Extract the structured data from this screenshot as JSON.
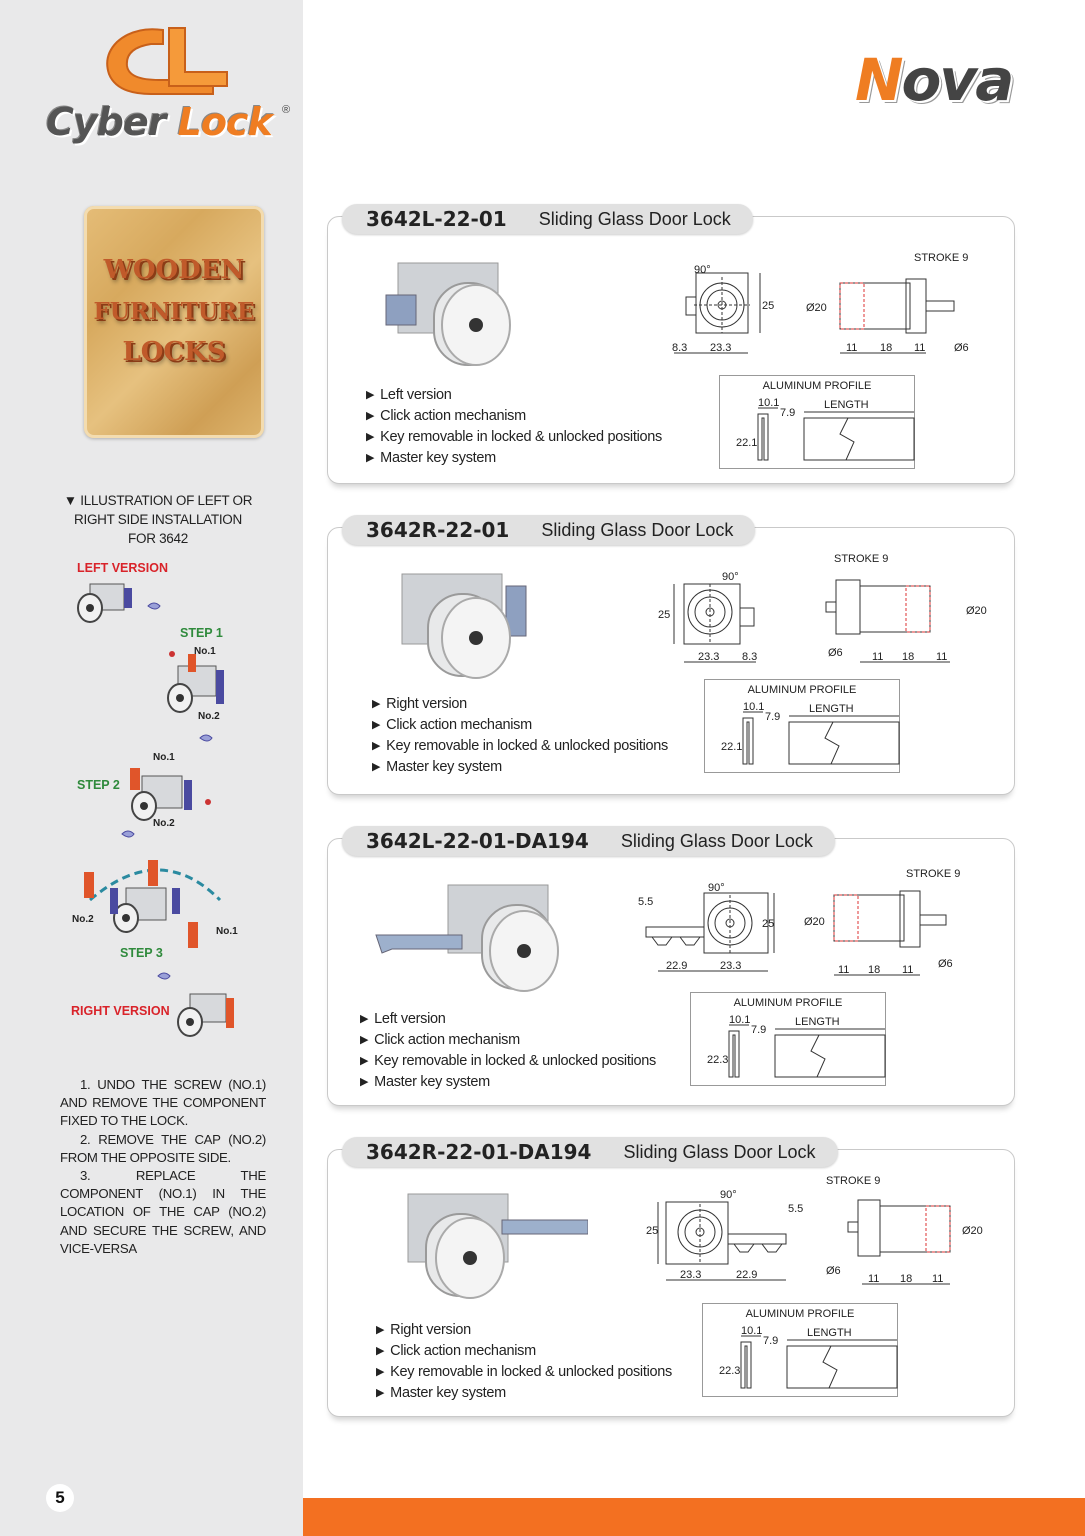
{
  "branding": {
    "logo_word1": "Cyber",
    "logo_word2": "Lock",
    "logo_reg": "®",
    "brand_first": "N",
    "brand_rest": "ova",
    "accent_orange": "#f37021"
  },
  "sidebar": {
    "wood_lines": [
      "WOODEN",
      "FURNITURE",
      "LOCKS"
    ],
    "illustration_title": "▼ ILLUSTRATION OF LEFT OR RIGHT SIDE INSTALLATION FOR 3642",
    "left_version": "LEFT VERSION",
    "right_version": "RIGHT VERSION",
    "step1": "STEP 1",
    "step2": "STEP 2",
    "step3": "STEP 3",
    "no1": "No.1",
    "no2": "No.2",
    "instructions": [
      "1. UNDO THE SCREW (NO.1) AND REMOVE THE COMPONENT FIXED TO THE LOCK.",
      "2. REMOVE THE CAP (NO.2) FROM THE OPPOSITE SIDE.",
      "3. REPLACE THE COMPONENT (NO.1) IN THE LOCATION OF THE CAP (NO.2) AND SECURE THE SCREW, AND VICE-VERSA"
    ]
  },
  "page_number": "5",
  "products": [
    {
      "code": "3642L-22-01",
      "description": "Sliding Glass Door Lock",
      "features": [
        "Left version",
        "Click action mechanism",
        "Key removable in locked & unlocked positions",
        "Master key system"
      ],
      "dims": {
        "angle": "90°",
        "height": "25",
        "w1": "8.3",
        "w2": "23.3",
        "stroke": "STROKE 9",
        "diameter": "Ø20",
        "pin": "Ø6",
        "s1": "11",
        "s2": "18",
        "s3": "11"
      },
      "profile": {
        "title": "ALUMINUM PROFILE",
        "a": "10.1",
        "b": "7.9",
        "h": "22.1",
        "length": "LENGTH"
      }
    },
    {
      "code": "3642R-22-01",
      "description": "Sliding Glass Door Lock",
      "features": [
        "Right version",
        "Click action mechanism",
        "Key removable in locked & unlocked positions",
        "Master key system"
      ],
      "dims": {
        "angle": "90°",
        "height": "25",
        "w1": "23.3",
        "w2": "8.3",
        "stroke": "STROKE 9",
        "diameter": "Ø20",
        "pin": "Ø6",
        "s1": "11",
        "s2": "18",
        "s3": "11"
      },
      "profile": {
        "title": "ALUMINUM PROFILE",
        "a": "10.1",
        "b": "7.9",
        "h": "22.1",
        "length": "LENGTH"
      }
    },
    {
      "code": "3642L-22-01-DA194",
      "description": "Sliding Glass Door Lock",
      "features": [
        "Left version",
        "Click action mechanism",
        "Key removable in locked & unlocked positions",
        "Master key system"
      ],
      "dims": {
        "angle": "90°",
        "height": "25",
        "offset": "5.5",
        "w1": "22.9",
        "w2": "23.3",
        "stroke": "STROKE 9",
        "diameter": "Ø20",
        "pin": "Ø6",
        "s1": "11",
        "s2": "18",
        "s3": "11"
      },
      "profile": {
        "title": "ALUMINUM PROFILE",
        "a": "10.1",
        "b": "7.9",
        "h": "22.3",
        "length": "LENGTH"
      }
    },
    {
      "code": "3642R-22-01-DA194",
      "description": "Sliding Glass Door Lock",
      "features": [
        "Right version",
        "Click action mechanism",
        "Key removable in locked & unlocked positions",
        "Master key system"
      ],
      "dims": {
        "angle": "90°",
        "height": "25",
        "offset": "5.5",
        "w1": "23.3",
        "w2": "22.9",
        "stroke": "STROKE 9",
        "diameter": "Ø20",
        "pin": "Ø6",
        "s1": "11",
        "s2": "18",
        "s3": "11"
      },
      "profile": {
        "title": "ALUMINUM PROFILE",
        "a": "10.1",
        "b": "7.9",
        "h": "22.3",
        "length": "LENGTH"
      }
    }
  ]
}
